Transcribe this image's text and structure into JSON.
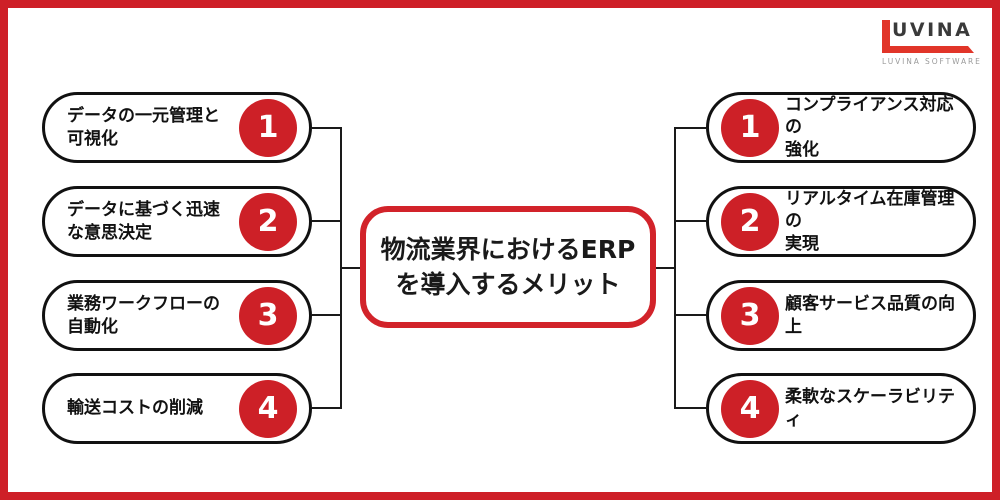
{
  "title": {
    "lines": [
      "物流業界におけるERP",
      "を導入するメリット"
    ]
  },
  "left_items": [
    {
      "number": "1",
      "lines": [
        "データの一元管理と",
        "可視化"
      ]
    },
    {
      "number": "2",
      "lines": [
        "データに基づく迅速",
        "な意思決定"
      ]
    },
    {
      "number": "3",
      "lines": [
        "業務ワークフローの",
        "自動化"
      ]
    },
    {
      "number": "4",
      "lines": [
        "輸送コストの削減"
      ]
    }
  ],
  "right_items": [
    {
      "number": "1",
      "lines": [
        "コンプライアンス対応の",
        "強化"
      ]
    },
    {
      "number": "2",
      "lines": [
        "リアルタイム在庫管理の",
        "実現"
      ]
    },
    {
      "number": "3",
      "lines": [
        "顧客サービス品質の向上"
      ]
    },
    {
      "number": "4",
      "lines": [
        "柔軟なスケーラビリティ"
      ]
    }
  ],
  "logo": {
    "brand_text": "UVINA",
    "subtitle": "LUVINA SOFTWARE"
  },
  "colors": {
    "frame_red": "#ce1f27",
    "badge_red": "#cd2027",
    "center_border_red": "#d2232a",
    "logo_red": "#e13529",
    "line_black": "#1a1a1a"
  }
}
